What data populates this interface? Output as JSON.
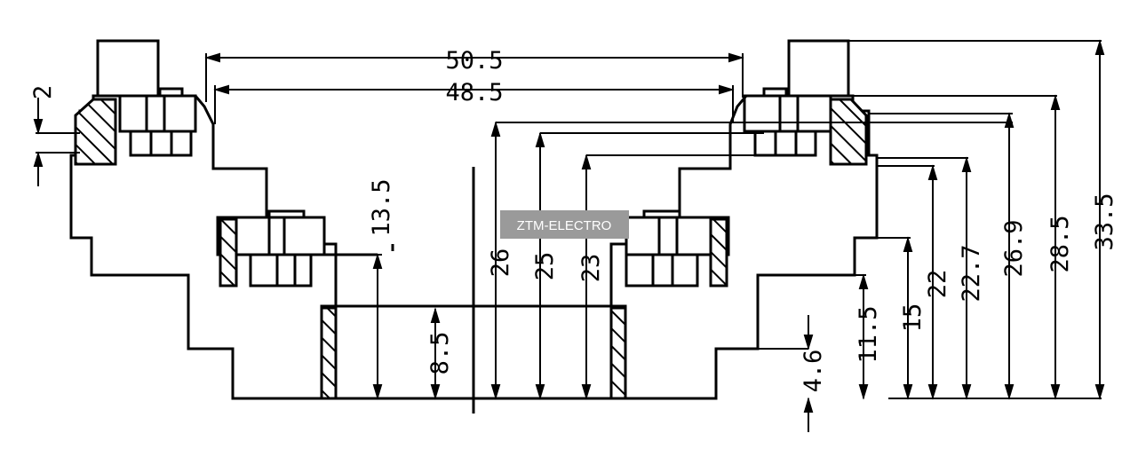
{
  "watermark": "ZTM-ELECTRO",
  "dimensions": {
    "width_outer": "50.5",
    "width_inner": "48.5",
    "lip_2": "2",
    "h_13_5": "13.5",
    "h_8_5": "8.5",
    "h_26": "26",
    "h_25": "25",
    "h_23": "23",
    "h_4_6": "4.6",
    "h_11_5": "11.5",
    "h_15": "15",
    "h_22": "22",
    "h_22_7": "22.7",
    "h_26_9": "26.9",
    "h_28_5": "28.5",
    "h_33_5": "33.5"
  }
}
